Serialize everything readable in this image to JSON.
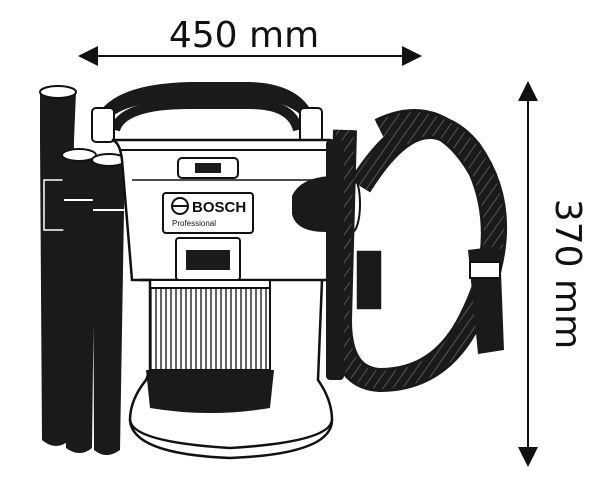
{
  "dimensions": {
    "width_label": "450 mm",
    "height_label": "370 mm"
  },
  "product": {
    "brand": "BOSCH",
    "line": "Professional"
  },
  "colors": {
    "ink": "#111111",
    "body_fill": "#ffffff"
  }
}
